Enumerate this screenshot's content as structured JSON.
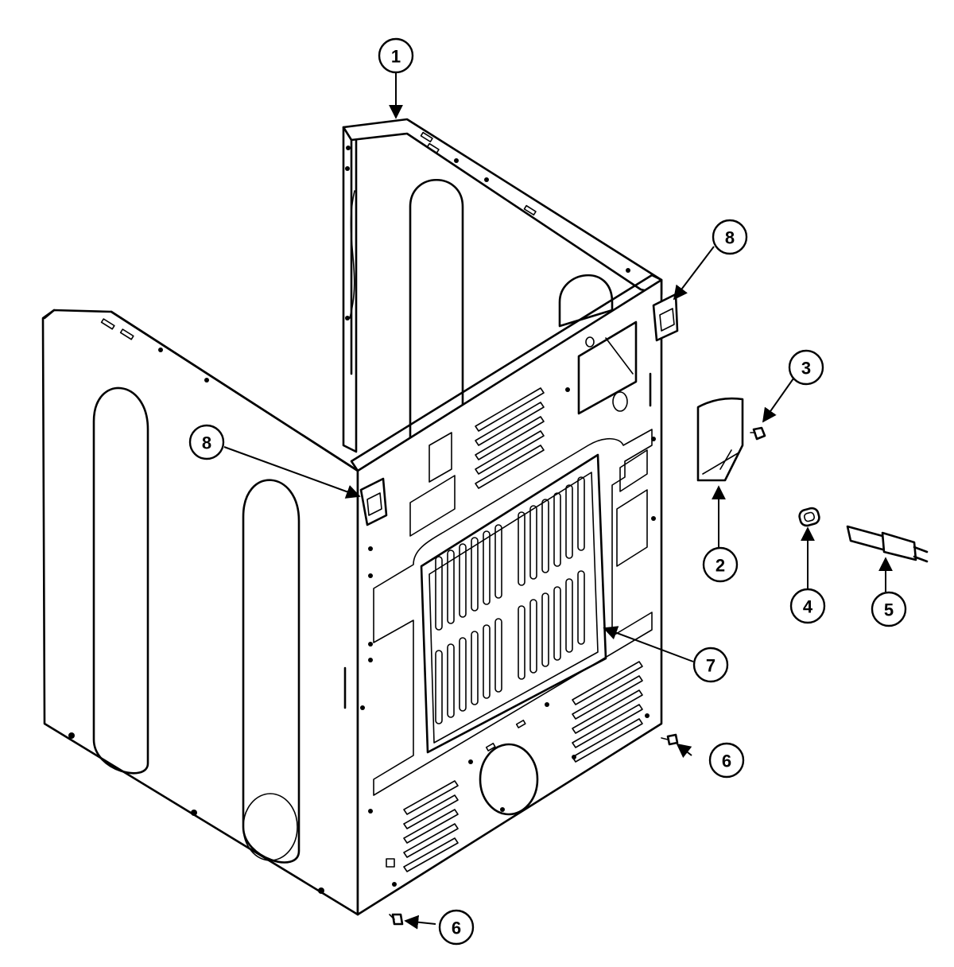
{
  "callouts": [
    {
      "id": "c1a",
      "label": "1"
    },
    {
      "id": "c2a",
      "label": "2"
    },
    {
      "id": "c3a",
      "label": "3"
    },
    {
      "id": "c4a",
      "label": "4"
    },
    {
      "id": "c5a",
      "label": "5"
    },
    {
      "id": "c6a",
      "label": "6"
    },
    {
      "id": "c6b",
      "label": "6"
    },
    {
      "id": "c7a",
      "label": "7"
    },
    {
      "id": "c8a",
      "label": "8"
    },
    {
      "id": "c8b",
      "label": "8"
    }
  ],
  "colors": {
    "line": "#000000",
    "background": "#ffffff"
  }
}
